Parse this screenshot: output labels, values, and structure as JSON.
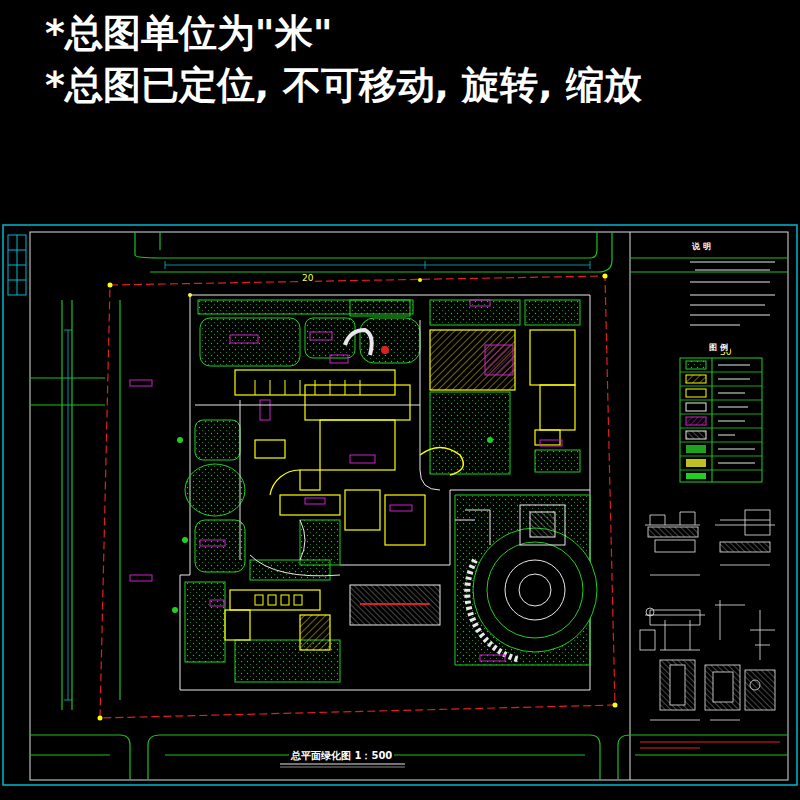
{
  "diagram": {
    "title": "总平面绿化图 1：500",
    "labels": [
      "*总图单位为\"米\"",
      "*总图已定位, 不可移动, 旋转, 缩放",
      "20",
      "30",
      "说 明",
      "图 例"
    ]
  }
}
